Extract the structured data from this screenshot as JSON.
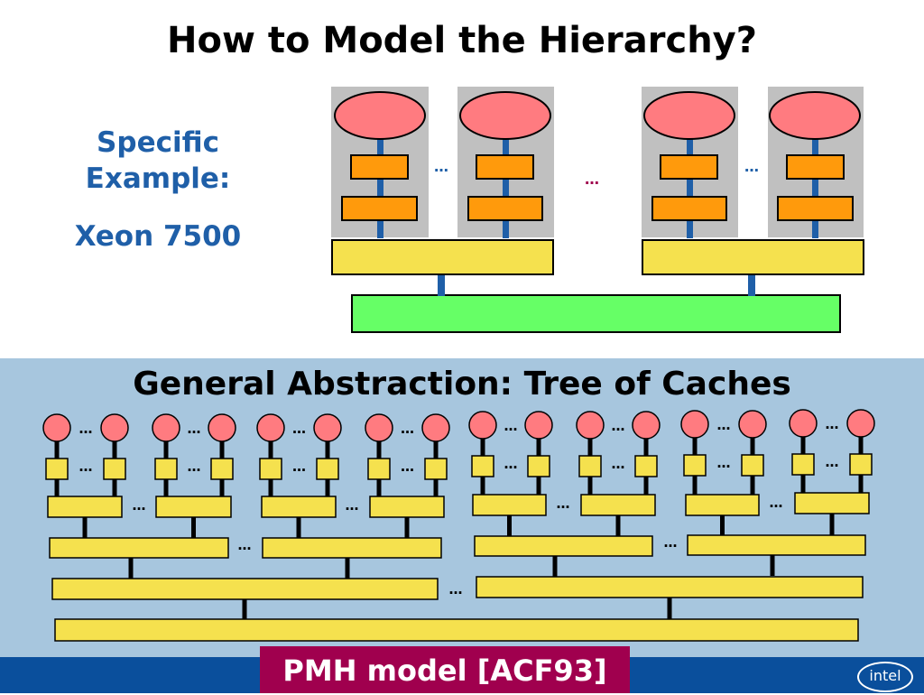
{
  "slide": {
    "title": "How to Model the Hierarchy?",
    "example_label": "Specific Example:",
    "example_name": "Xeon 7500",
    "abstraction_title": "General Abstraction: Tree of Caches",
    "model_label": "PMH model [ACF93]",
    "logo_text": "intel",
    "ellipsis": "…"
  },
  "colors": {
    "processor": "#ff7b80",
    "l1_l2": "#ff9a0c",
    "l3": "#f5e14e",
    "memory": "#66ff66",
    "socket_bg": "#c0c0c0",
    "link": "#1f5fa8",
    "panel_bg": "#a7c6de",
    "footer_bar": "#0a4f9c",
    "footer_box": "#a0004e"
  }
}
